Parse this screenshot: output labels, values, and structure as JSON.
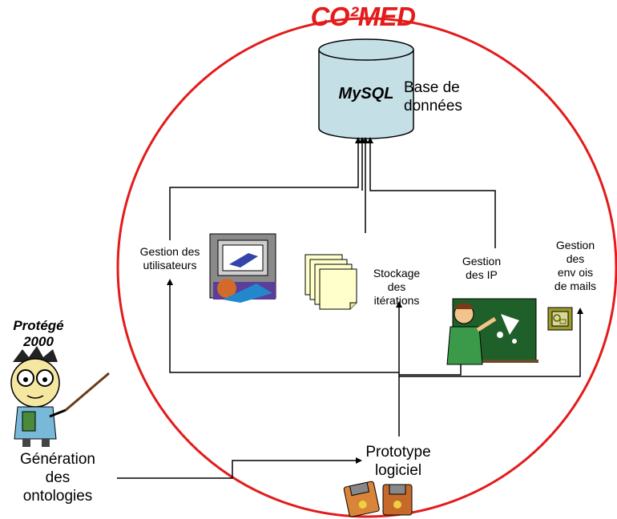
{
  "title": "CO²MED",
  "database": {
    "engine": "MySQL",
    "label": "Base de\ndonnées"
  },
  "modules": {
    "users": "Gestion des\nutilisateurs",
    "storage": "Stockage\ndes\nitérations",
    "ip": "Gestion\ndes IP",
    "mails": "Gestion\ndes\nenv ois\nde mails"
  },
  "prototype": "Prototype\nlogiciel",
  "protege": {
    "name": "Protégé\n2000",
    "caption": "Génération\ndes\nontologies"
  },
  "colors": {
    "circle": "#e31b1b",
    "cylinder": "#c4e0e6",
    "paper": "#ffffcc",
    "mail_icon": "#9a9a2c"
  }
}
